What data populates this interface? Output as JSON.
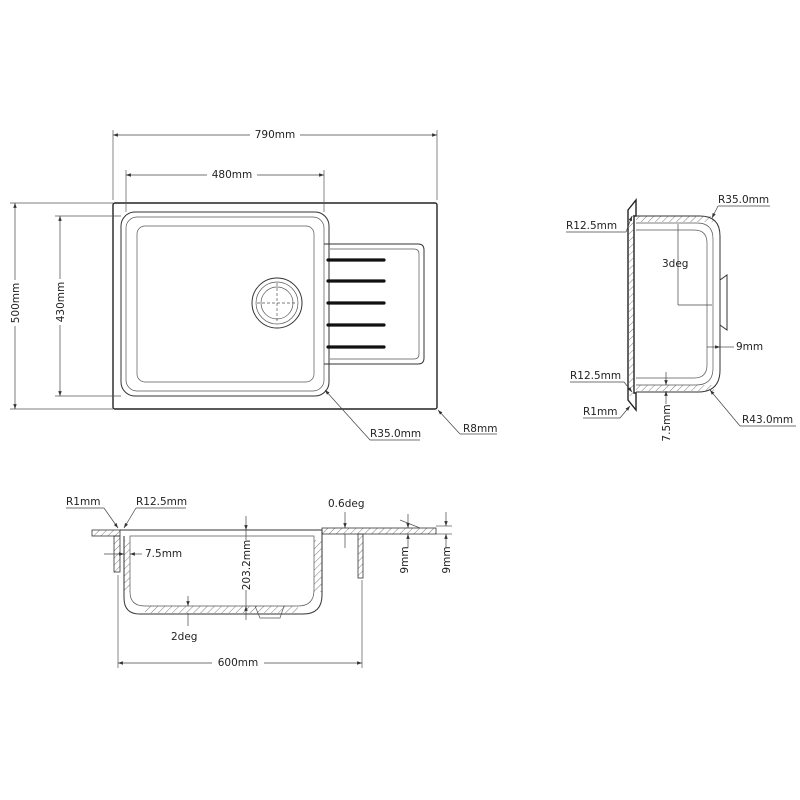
{
  "top_view": {
    "width_overall": "790mm",
    "width_bowl": "480mm",
    "height_overall": "500mm",
    "height_bowl": "430mm",
    "radius_bowl": "R35.0mm",
    "radius_outer": "R8mm"
  },
  "side_view": {
    "radius_top_left": "R12.5mm",
    "radius_top_right": "R35.0mm",
    "angle": "3deg",
    "thickness": "9mm",
    "radius_bottom_left": "R12.5mm",
    "radius_bottom_small": "R1mm",
    "wall": "7.5mm",
    "radius_bottom_right": "R43.0mm"
  },
  "section_view": {
    "radius_r1": "R1mm",
    "radius_r125": "R12.5mm",
    "angle_top": "0.6deg",
    "wall": "7.5mm",
    "depth": "203.2mm",
    "thickness_a": "9mm",
    "thickness_b": "9mm",
    "angle_bottom": "2deg",
    "width_overall": "600mm"
  },
  "colors": {
    "line": "#333333",
    "background": "#ffffff"
  }
}
